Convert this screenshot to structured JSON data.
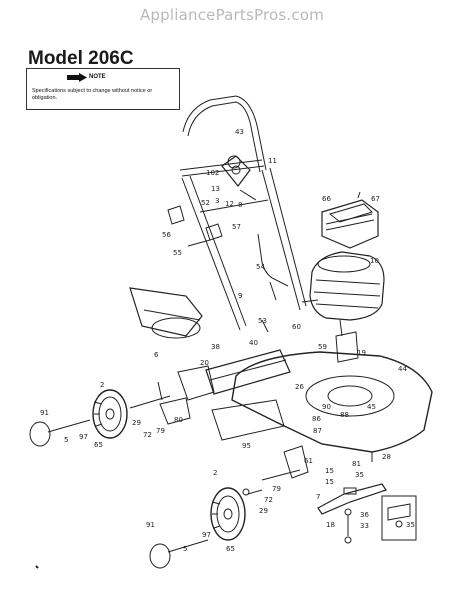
{
  "header": {
    "site": "AppliancePartsPros.com"
  },
  "title": "Model 206C",
  "note": {
    "label": "NOTE",
    "text": "Specifications subject to change without notice or obligation."
  },
  "callouts": [
    {
      "id": "c43",
      "label": "43"
    },
    {
      "id": "c11",
      "label": "11"
    },
    {
      "id": "c102",
      "label": "102"
    },
    {
      "id": "c13",
      "label": "13"
    },
    {
      "id": "c12",
      "label": "12"
    },
    {
      "id": "c8",
      "label": "8"
    },
    {
      "id": "c52",
      "label": "52"
    },
    {
      "id": "c3",
      "label": "3"
    },
    {
      "id": "c56",
      "label": "56"
    },
    {
      "id": "c57",
      "label": "57"
    },
    {
      "id": "c55",
      "label": "55"
    },
    {
      "id": "c54",
      "label": "54"
    },
    {
      "id": "c66",
      "label": "66"
    },
    {
      "id": "c67",
      "label": "67"
    },
    {
      "id": "c10",
      "label": "10"
    },
    {
      "id": "c9",
      "label": "9"
    },
    {
      "id": "c53",
      "label": "53"
    },
    {
      "id": "c60",
      "label": "60"
    },
    {
      "id": "c59",
      "label": "59"
    },
    {
      "id": "c19",
      "label": "19"
    },
    {
      "id": "c44",
      "label": "44"
    },
    {
      "id": "c38",
      "label": "38"
    },
    {
      "id": "c40",
      "label": "40"
    },
    {
      "id": "c6",
      "label": "6"
    },
    {
      "id": "c20",
      "label": "20"
    },
    {
      "id": "c2a",
      "label": "2"
    },
    {
      "id": "c91a",
      "label": "91"
    },
    {
      "id": "c5a",
      "label": "5"
    },
    {
      "id": "c97a",
      "label": "97"
    },
    {
      "id": "c65a",
      "label": "65"
    },
    {
      "id": "c29a",
      "label": "29"
    },
    {
      "id": "c72a",
      "label": "72"
    },
    {
      "id": "c79a",
      "label": "79"
    },
    {
      "id": "c80",
      "label": "80"
    },
    {
      "id": "c95",
      "label": "95"
    },
    {
      "id": "c26",
      "label": "26"
    },
    {
      "id": "c86",
      "label": "86"
    },
    {
      "id": "c87",
      "label": "87"
    },
    {
      "id": "c90",
      "label": "90"
    },
    {
      "id": "c88",
      "label": "88"
    },
    {
      "id": "c45",
      "label": "45"
    },
    {
      "id": "c61",
      "label": "61"
    },
    {
      "id": "c81",
      "label": "81"
    },
    {
      "id": "c28",
      "label": "28"
    },
    {
      "id": "c15a",
      "label": "15"
    },
    {
      "id": "c15b",
      "label": "15"
    },
    {
      "id": "c2b",
      "label": "2"
    },
    {
      "id": "c79b",
      "label": "79"
    },
    {
      "id": "c72b",
      "label": "72"
    },
    {
      "id": "c29b",
      "label": "29"
    },
    {
      "id": "c7",
      "label": "7"
    },
    {
      "id": "c35a",
      "label": "35"
    },
    {
      "id": "c36",
      "label": "36"
    },
    {
      "id": "c33",
      "label": "33"
    },
    {
      "id": "c18",
      "label": "18"
    },
    {
      "id": "c35b",
      "label": "35"
    },
    {
      "id": "c91b",
      "label": "91"
    },
    {
      "id": "c5b",
      "label": "5"
    },
    {
      "id": "c97b",
      "label": "97"
    },
    {
      "id": "c65b",
      "label": "65"
    }
  ]
}
